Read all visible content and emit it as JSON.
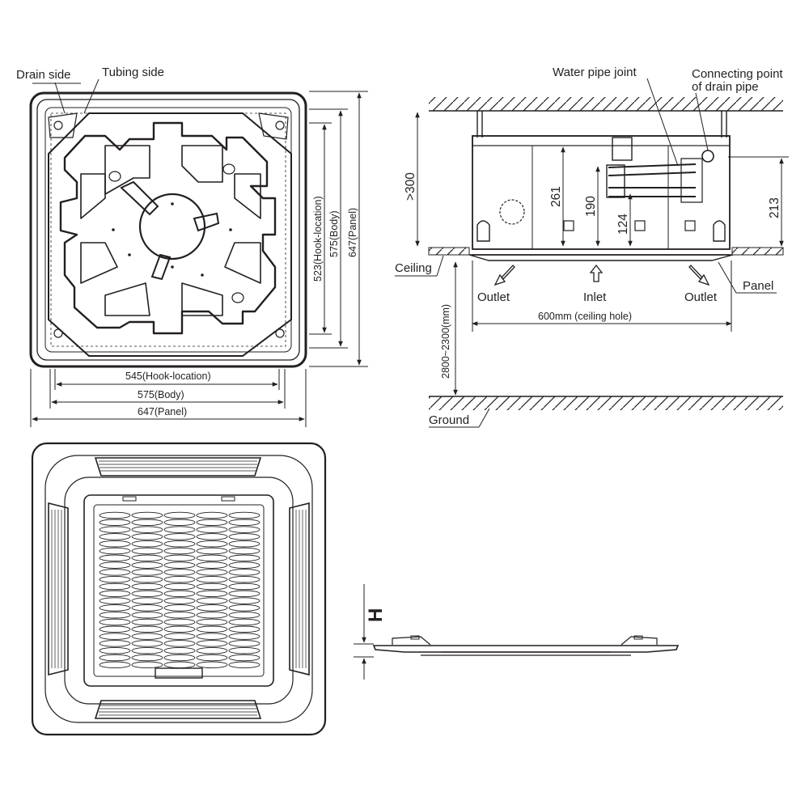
{
  "top_view": {
    "drain_side": "Drain side",
    "tubing_side": "Tubing side",
    "dim_523": "523(Hook-location)",
    "dim_575v": "575(Body)",
    "dim_647v": "647(Panel)",
    "dim_545": "545(Hook-location)",
    "dim_575h": "575(Body)",
    "dim_647h": "647(Panel)"
  },
  "side_section": {
    "water_pipe_joint": "Water pipe joint",
    "drain_point_line1": "Connecting point",
    "drain_point_line2": "of drain pipe",
    "gt300": ">300",
    "d261": "261",
    "d190": "190",
    "d124": "124",
    "d213": "213",
    "ceiling": "Ceiling",
    "panel": "Panel",
    "outlet_left": "Outlet",
    "inlet": "Inlet",
    "outlet_right": "Outlet",
    "ceiling_hole": "600mm (ceiling hole)",
    "height_range": "2800~2300(mm)",
    "ground": "Ground"
  },
  "panel_side": {
    "h_label": "H"
  }
}
